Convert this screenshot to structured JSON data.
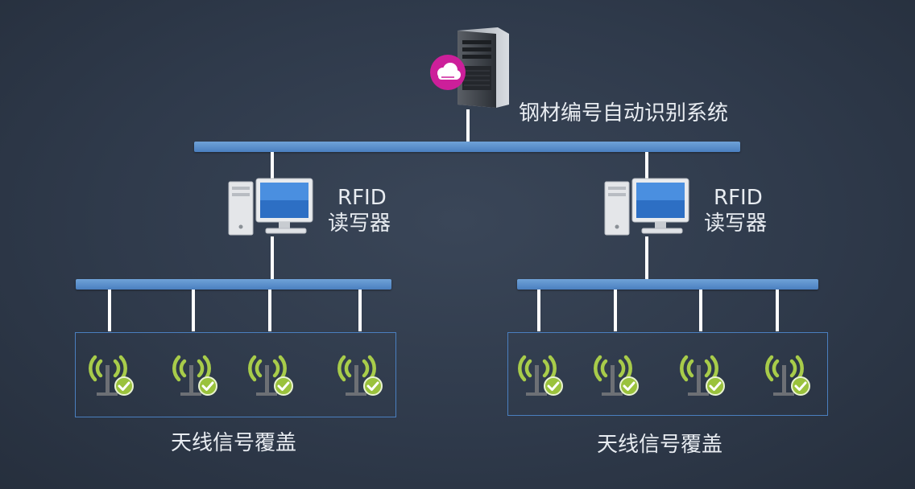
{
  "server": {
    "label": "钢材编号自动识别系统"
  },
  "readers": [
    {
      "line1": "RFID",
      "line2": "读写器"
    },
    {
      "line1": "RFID",
      "line2": "读写器"
    }
  ],
  "antenna_groups": [
    {
      "label": "天线信号覆盖",
      "antenna_count": 4
    },
    {
      "label": "天线信号覆盖",
      "antenna_count": 4
    }
  ],
  "colors": {
    "bus": "#5b93d2",
    "antenna_arc": "#a8cc4a",
    "check_badge": "#9ac23c",
    "cloud_badge": "#cc1f9a"
  }
}
